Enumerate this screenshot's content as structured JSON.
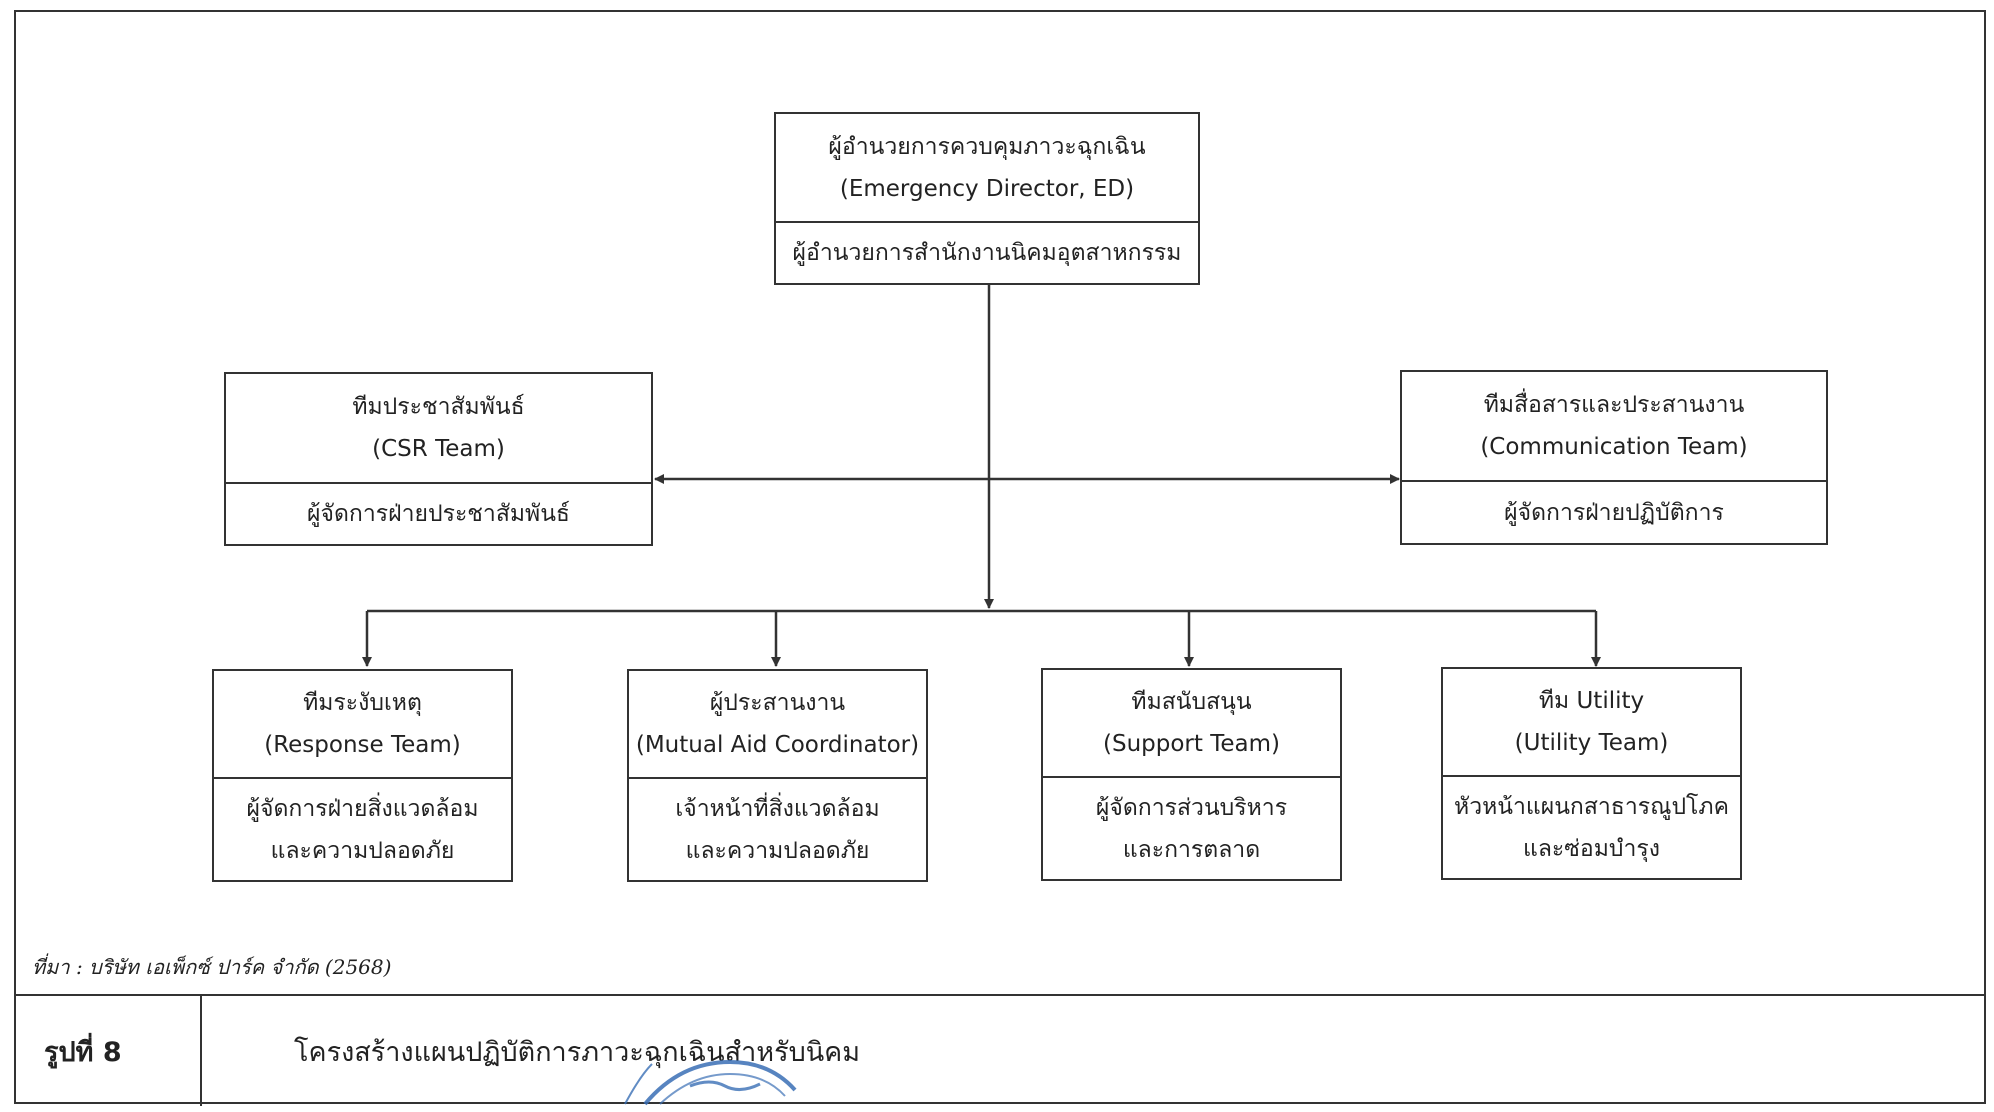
{
  "root": {
    "title": "ผู้อำนวยการควบคุมภาวะฉุกเฉิน",
    "subtitle": "(Emergency Director, ED)",
    "holder": [
      "ผู้อำนวยการสำนักงานนิคมอุตสาหกรรม"
    ]
  },
  "side_teams": [
    {
      "title": "ทีมประชาสัมพันธ์",
      "subtitle": "(CSR Team)",
      "holder": [
        "ผู้จัดการฝ่ายประชาสัมพันธ์"
      ]
    },
    {
      "title": "ทีมสื่อสารและประสานงาน",
      "subtitle": "(Communication Team)",
      "holder": [
        "ผู้จัดการฝ่ายปฏิบัติการ"
      ]
    }
  ],
  "teams": [
    {
      "title": "ทีมระงับเหตุ",
      "subtitle": "(Response Team)",
      "holder": [
        "ผู้จัดการฝ่ายสิ่งแวดล้อม",
        "และความปลอดภัย"
      ]
    },
    {
      "title": "ผู้ประสานงาน",
      "subtitle": "(Mutual Aid Coordinator)",
      "holder": [
        "เจ้าหน้าที่สิ่งแวดล้อม",
        "และความปลอดภัย"
      ]
    },
    {
      "title": "ทีมสนับสนุน",
      "subtitle": "(Support Team)",
      "holder": [
        "ผู้จัดการส่วนบริหาร",
        "และการตลาด"
      ]
    },
    {
      "title": "ทีม Utility",
      "subtitle": "(Utility Team)",
      "holder": [
        "หัวหน้าแผนกสาธารณูปโภค",
        "และซ่อมบำรุง"
      ]
    }
  ],
  "source": "ที่มา : บริษัท เอเพ็กซ์ ปาร์ค จำกัด (2568)",
  "figure": {
    "label": "รูปที่  8",
    "caption": "โครงสร้างแผนปฏิบัติการภาวะฉุกเฉินสำหรับนิคม"
  },
  "colors": {
    "line": "#333333",
    "seal": "#3a6fb5"
  }
}
